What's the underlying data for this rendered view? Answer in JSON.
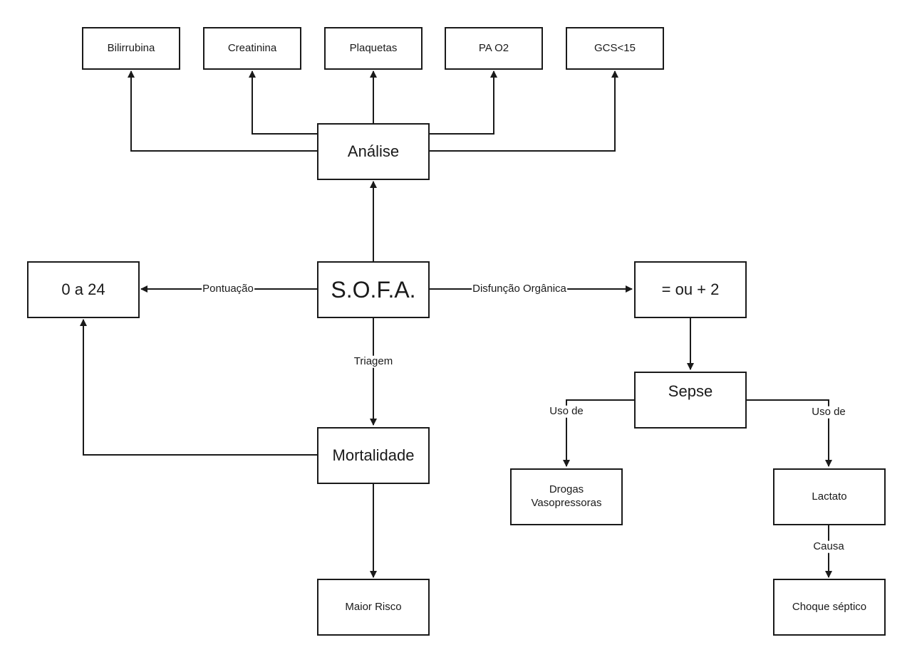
{
  "diagram": {
    "nodes": {
      "bilirrubina": "Bilirrubina",
      "creatinina": "Creatinina",
      "plaquetas": "Plaquetas",
      "pao2": "PA O2",
      "gcs": "GCS<15",
      "analise": "Análise",
      "sofa": "S.O.F.A.",
      "pontuacao_range": "0 a 24",
      "disfuncao_value": "= ou + 2",
      "mortalidade": "Mortalidade",
      "maior_risco": "Maior Risco",
      "sepse": "Sepse",
      "drogas": "Drogas Vasopressoras",
      "lactato": "Lactato",
      "choque": "Choque séptico"
    },
    "edge_labels": {
      "pontuacao": "Pontuação",
      "disfuncao": "Disfunção Orgânica",
      "triagem": "Triagem",
      "uso_de_left": "Uso de",
      "uso_de_right": "Uso de",
      "causa": "Causa"
    },
    "edges": [
      {
        "from": "sofa",
        "to": "analise"
      },
      {
        "from": "analise",
        "to": "bilirrubina"
      },
      {
        "from": "analise",
        "to": "creatinina"
      },
      {
        "from": "analise",
        "to": "plaquetas"
      },
      {
        "from": "analise",
        "to": "pao2"
      },
      {
        "from": "analise",
        "to": "gcs"
      },
      {
        "from": "sofa",
        "to": "pontuacao_range",
        "label": "Pontuação"
      },
      {
        "from": "sofa",
        "to": "disfuncao_value",
        "label": "Disfunção Orgânica"
      },
      {
        "from": "sofa",
        "to": "mortalidade",
        "label": "Triagem"
      },
      {
        "from": "mortalidade",
        "to": "pontuacao_range"
      },
      {
        "from": "mortalidade",
        "to": "maior_risco"
      },
      {
        "from": "disfuncao_value",
        "to": "sepse"
      },
      {
        "from": "sepse",
        "to": "drogas",
        "label": "Uso de"
      },
      {
        "from": "sepse",
        "to": "lactato",
        "label": "Uso de"
      },
      {
        "from": "lactato",
        "to": "choque",
        "label": "Causa"
      }
    ],
    "colors": {
      "stroke": "#1a1a1a",
      "background": "#ffffff"
    }
  }
}
